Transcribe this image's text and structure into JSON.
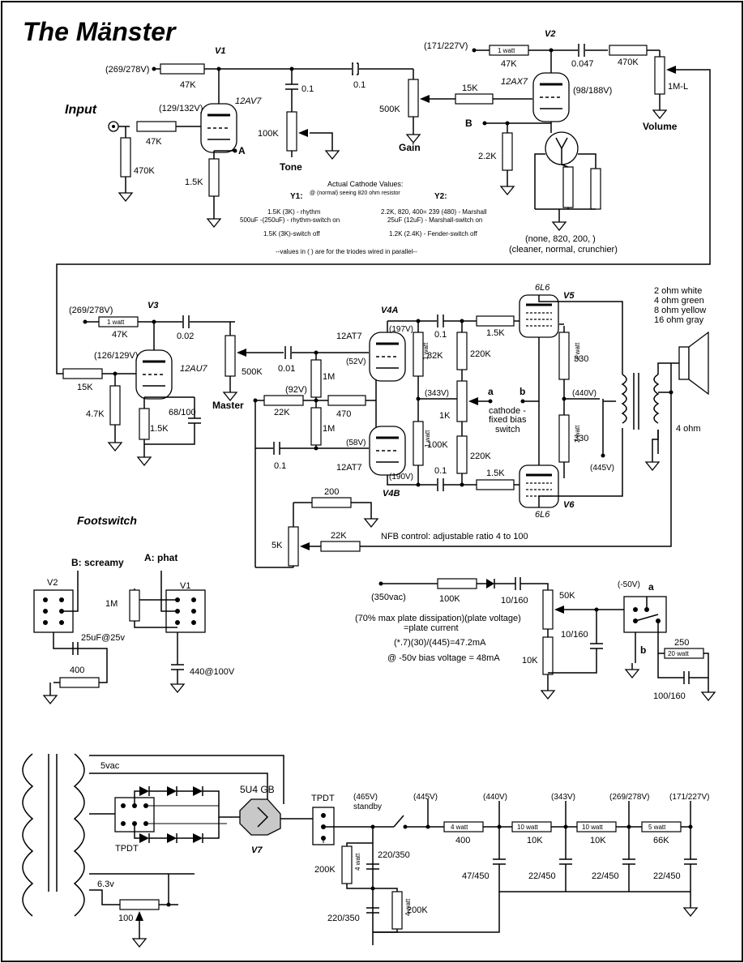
{
  "title": "The Mänster",
  "sections": {
    "input": "Input",
    "footswitch": "Footswitch"
  },
  "tubes": {
    "v1": "V1",
    "v1_type": "12AV7",
    "v2": "V2",
    "v2_type": "12AX7",
    "v3": "V3",
    "v3_type": "12AU7",
    "v4a": "V4A",
    "v4b": "V4B",
    "v4_type": "12AT7",
    "v5": "V5",
    "v6": "V6",
    "v56_type": "6L6",
    "v7": "V7",
    "v7_type": "5U4 GB"
  },
  "controls": {
    "tone": "Tone",
    "gain": "Gain",
    "volume": "Volume",
    "master": "Master"
  },
  "voltages": {
    "v1_plate": "(269/278V)",
    "v1_cathode": "(129/132V)",
    "v2_plate": "(171/227V)",
    "v2_cathode": "(98/188V)",
    "v3_plate": "(269/278V)",
    "v3_cathode": "(126/129V)",
    "v4a_plate": "(197V)",
    "v4a_cathode": "(52V)",
    "v4b_cathode": "(58V)",
    "v4b_plate": "(190V)",
    "pi_92": "(92V)",
    "pi_343": "(343V)",
    "ps_440": "(440V)",
    "ot_445": "(445V)",
    "bias_50": "(-50V)",
    "ps_465": "(465V)",
    "ps_445": "(445V)",
    "ps_440b": "(440V)",
    "ps_343": "(343V)",
    "ps_269": "(269/278V)",
    "ps_171": "(171/227V)"
  },
  "preamp": {
    "v1_plate_r": "47K",
    "input_r": "47K",
    "grid_r": "470K",
    "v1_cath_r": "1.5K",
    "tone_c": "0.1",
    "tone_pot": "100K",
    "coup_c": "0.1",
    "gain_pot": "500K",
    "v2_grid_r": "15K",
    "v2_plate_r": "47K",
    "v2_plate_r_watt": "1 watt",
    "v2_coup_c": "0.047",
    "v2_series_r": "470K",
    "vol_pot": "1M-L",
    "v2_cath_r": "2.2K"
  },
  "cathode_notes": {
    "header": "Actual Cathode Values:",
    "sub": "@ (normal) seeing 820 ohm resistor",
    "v1_head": "Y1:",
    "v1_lines": [
      "1.5K (3K) - rhythm",
      "500uF -(250uF) - rhythm-switch on",
      "1.5K (3K)-switch off"
    ],
    "v2_head": "Y2:",
    "v2_lines": [
      "2.2K, 820, 400= 239 (480)  - Marshall",
      "25uF (12uF) - Marshall-switch on",
      "1.2K (2.4K) - Fender-switch off"
    ],
    "parallel_note": "--values in ( ) are for the triodes wired in parallel--",
    "switch_opts": "(none, 820, 200, )",
    "switch_opts2": "(cleaner, normal, crunchier)"
  },
  "v3_stage": {
    "plate_r": "47K",
    "plate_r_watt": "1 watt",
    "coup_c": "0.02",
    "master_pot": "500K",
    "grid_r": "15K",
    "cath_r": "4.7K",
    "cath_r2": "1.5K",
    "cath_c": "68/100"
  },
  "phase_inverter": {
    "in_c": "0.01",
    "grid_r1": "1M",
    "grid_r2": "1M",
    "tail_r": "22K",
    "tail_r2": "470",
    "plate_r1": "82K",
    "plate_r2": "100K",
    "plate_r_watt": "1 watt",
    "out_c1": "0.1",
    "out_c2": "0.1",
    "bias_r1": "220K",
    "bias_r2": "220K",
    "bias_pot": "1K",
    "grid_stop1": "1.5K",
    "grid_stop2": "1.5K",
    "screen_r1": "330",
    "screen_r2": "330",
    "screen_watt": "2 watt",
    "in_c2": "0.1",
    "switch_label": "cathode -",
    "switch_label2": "fixed bias",
    "switch_label3": "switch",
    "node_a": "a",
    "node_b": "b"
  },
  "output": {
    "speaker_legend": [
      "2   ohm  white",
      "4   ohm  green",
      "8   ohm  yellow",
      "16 ohm  gray"
    ],
    "speaker_tap": "4 ohm"
  },
  "nfb": {
    "r200": "200",
    "pot": "5K",
    "r22k": "22K",
    "note": "NFB control: adjustable ratio 4 to 100"
  },
  "footswitch": {
    "b_label": "B: screamy",
    "a_label": "A: phat",
    "v2": "V2",
    "v1": "V1",
    "r1m": "1M",
    "cap": "25uF@25v",
    "r400": "400",
    "cap2": "440@100V"
  },
  "bias_supply": {
    "vac": "(350vac)",
    "r100k": "100K",
    "cap1": "10/160",
    "pot": "50K",
    "cap2": "10/160",
    "r10k": "10K",
    "note1": "(70% max plate dissipation)(plate voltage)",
    "note2": "=plate current",
    "note3": "(*.7)(30)/(445)=47.2mA",
    "note4": "@ -50v bias voltage = 48mA",
    "sw_a": "a",
    "sw_b": "b",
    "r250": "250",
    "r250_watt": "20 watt",
    "cap3": "100/160"
  },
  "power_supply": {
    "fivevac": "5vac",
    "tpdt1": "TPDT",
    "tpdt2": "TPDT",
    "standby": "standby",
    "sixv": "6.3v",
    "r100": "100",
    "r_bleed1": "200K",
    "r_bleed2": "200K",
    "bleed_watt": "4 watt",
    "c_filt1": "220/350",
    "c_filt2": "220/350",
    "r400": "400",
    "r10k1": "10K",
    "r10k2": "10K",
    "r66k": "66K",
    "r_watts": [
      "4 watt",
      "10 watt",
      "10 watt",
      "5 watt"
    ],
    "c47": "47/450",
    "c22a": "22/450",
    "c22b": "22/450",
    "c22c": "22/450"
  },
  "node_labels": {
    "a": "A",
    "b": "B"
  }
}
